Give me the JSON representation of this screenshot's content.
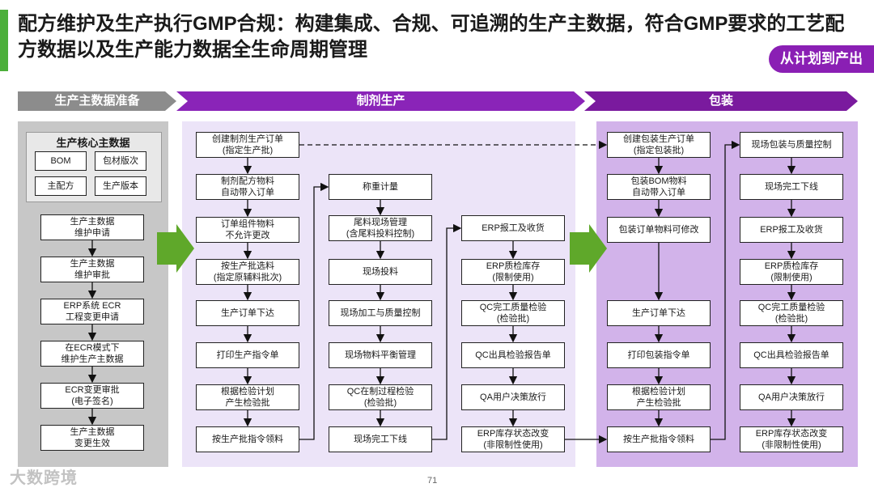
{
  "title": "配方维护及生产执行GMP合规：构建集成、合规、可追溯的生产主数据，符合GMP要求的工艺配方数据以及生产能力数据全生命周期管理",
  "badge": "从计划到产出",
  "phases": [
    "生产主数据准备",
    "制剂生产",
    "包装"
  ],
  "core": {
    "title": "生产核心主数据",
    "items": [
      "BOM",
      "包材版次",
      "主配方",
      "生产版本"
    ]
  },
  "col1": [
    [
      "生产主数据",
      "维护申请"
    ],
    [
      "生产主数据",
      "维护审批"
    ],
    [
      "ERP系统 ECR",
      "工程变更申请"
    ],
    [
      "在ECR模式下",
      "维护生产主数据"
    ],
    [
      "ECR变更审批",
      "(电子签名)"
    ],
    [
      "生产主数据",
      "变更生效"
    ]
  ],
  "col2": [
    [
      "创建制剂生产订单",
      "(指定生产批)"
    ],
    [
      "制剂配方物料",
      "自动带入订单"
    ],
    [
      "订单组件物料",
      "不允许更改"
    ],
    [
      "按生产批选料",
      "(指定原辅料批次)"
    ],
    [
      "生产订单下达"
    ],
    [
      "打印生产指令单"
    ],
    [
      "根据检验计划",
      "产生检验批"
    ],
    [
      "按生产批指令领料"
    ]
  ],
  "col3": [
    [
      "称重计量"
    ],
    [
      "尾料现场管理",
      "(含尾料投料控制)"
    ],
    [
      "现场投料"
    ],
    [
      "现场加工与质量控制"
    ],
    [
      "现场物料平衡管理"
    ],
    [
      "QC在制过程检验",
      "(检验批)"
    ],
    [
      "现场完工下线"
    ]
  ],
  "col4": [
    [
      "ERP报工及收货"
    ],
    [
      "ERP质检库存",
      "(限制使用)"
    ],
    [
      "QC完工质量检验",
      "(检验批)"
    ],
    [
      "QC出具检验报告单"
    ],
    [
      "QA用户决策放行"
    ],
    [
      "ERP库存状态改变",
      "(非限制性使用)"
    ]
  ],
  "col5": [
    [
      "创建包装生产订单",
      "(指定包装批)"
    ],
    [
      "包装BOM物料",
      "自动带入订单"
    ],
    [
      "包装订单物料可修改"
    ],
    [
      "生产订单下达"
    ],
    [
      "打印包装指令单"
    ],
    [
      "根据检验计划",
      "产生检验批"
    ],
    [
      "按生产批指令领料"
    ]
  ],
  "col6": [
    [
      "现场包装与质量控制"
    ],
    [
      "现场完工下线"
    ],
    [
      "ERP报工及收货"
    ],
    [
      "ERP质检库存",
      "(限制使用)"
    ],
    [
      "QC完工质量检验",
      "(检验批)"
    ],
    [
      "QC出具检验报告单"
    ],
    [
      "QA用户决策放行"
    ],
    [
      "ERP库存状态改变",
      "(非限制性使用)"
    ]
  ],
  "page_number": "71",
  "watermark": "大数跨境",
  "colors": {
    "green": "#4caf3a",
    "purple": "#8a24b8",
    "gray": "#8c8c8c"
  }
}
